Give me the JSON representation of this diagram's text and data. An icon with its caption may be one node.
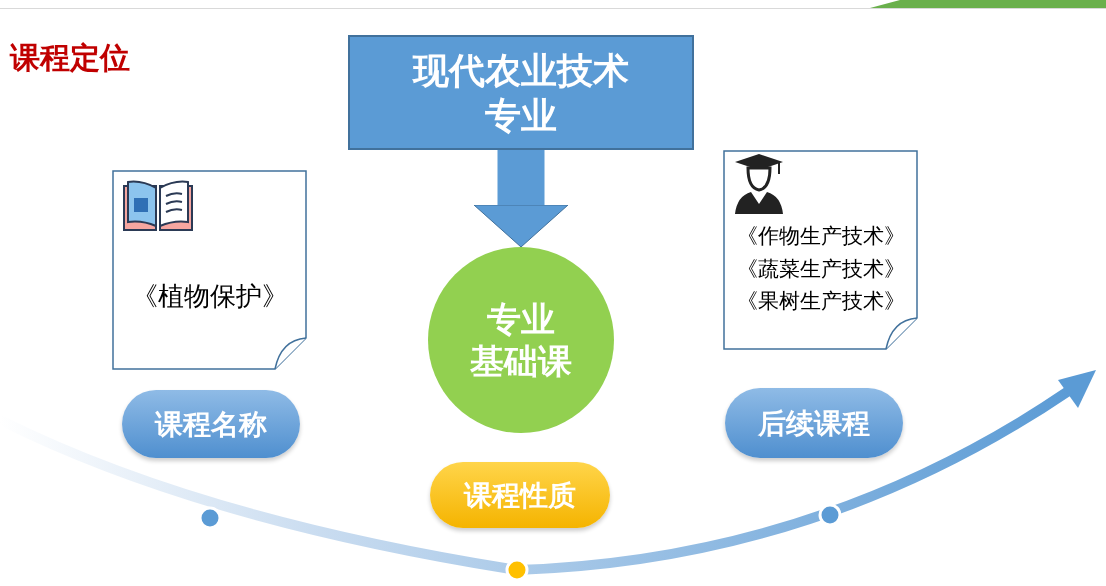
{
  "diagram": {
    "title": "课程定位",
    "nodes": [
      {
        "text": [
          "现代农业技术专业"
        ]
      },
      {
        "text": [
          "《植物保护》"
        ]
      },
      {
        "text": [
          "专业",
          "基础课"
        ]
      },
      {
        "text": [
          "《作物生产技术》",
          "《蔬菜生产技术》",
          "《果树生产技术》"
        ]
      },
      {
        "text": [
          "课程名称"
        ]
      },
      {
        "text": [
          "后续课程"
        ]
      },
      {
        "text": [
          "课程性质"
        ]
      }
    ],
    "edges": [
      {
        "from": 0,
        "to": 2,
        "arrow": "to"
      }
    ]
  }
}
